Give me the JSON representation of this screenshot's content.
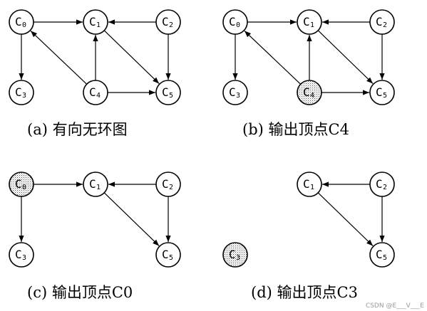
{
  "panels": [
    {
      "caption": "(a) 有向无环图",
      "nodes": [
        {
          "id": "c0",
          "letter": "C",
          "sub": "0",
          "highlighted": false
        },
        {
          "id": "c1",
          "letter": "C",
          "sub": "1",
          "highlighted": false
        },
        {
          "id": "c2",
          "letter": "C",
          "sub": "2",
          "highlighted": false
        },
        {
          "id": "c3",
          "letter": "C",
          "sub": "3",
          "highlighted": false
        },
        {
          "id": "c4",
          "letter": "C",
          "sub": "4",
          "highlighted": false
        },
        {
          "id": "c5",
          "letter": "C",
          "sub": "5",
          "highlighted": false
        }
      ],
      "edges": [
        [
          "c0",
          "c1"
        ],
        [
          "c2",
          "c1"
        ],
        [
          "c0",
          "c3"
        ],
        [
          "c4",
          "c0"
        ],
        [
          "c4",
          "c1"
        ],
        [
          "c1",
          "c5"
        ],
        [
          "c2",
          "c5"
        ],
        [
          "c4",
          "c5"
        ]
      ]
    },
    {
      "caption": "(b) 输出顶点C4",
      "nodes": [
        {
          "id": "c0",
          "letter": "C",
          "sub": "0",
          "highlighted": false
        },
        {
          "id": "c1",
          "letter": "C",
          "sub": "1",
          "highlighted": false
        },
        {
          "id": "c2",
          "letter": "C",
          "sub": "2",
          "highlighted": false
        },
        {
          "id": "c3",
          "letter": "C",
          "sub": "3",
          "highlighted": false
        },
        {
          "id": "c4",
          "letter": "C",
          "sub": "4",
          "highlighted": true
        },
        {
          "id": "c5",
          "letter": "C",
          "sub": "5",
          "highlighted": false
        }
      ],
      "edges": [
        [
          "c0",
          "c1"
        ],
        [
          "c2",
          "c1"
        ],
        [
          "c0",
          "c3"
        ],
        [
          "c4",
          "c0"
        ],
        [
          "c4",
          "c1"
        ],
        [
          "c1",
          "c5"
        ],
        [
          "c2",
          "c5"
        ],
        [
          "c4",
          "c5"
        ]
      ]
    },
    {
      "caption": "(c) 输出顶点C0",
      "nodes": [
        {
          "id": "c0",
          "letter": "C",
          "sub": "0",
          "highlighted": true
        },
        {
          "id": "c1",
          "letter": "C",
          "sub": "1",
          "highlighted": false
        },
        {
          "id": "c2",
          "letter": "C",
          "sub": "2",
          "highlighted": false
        },
        {
          "id": "c3",
          "letter": "C",
          "sub": "3",
          "highlighted": false
        },
        {
          "id": "c5",
          "letter": "C",
          "sub": "5",
          "highlighted": false
        }
      ],
      "edges": [
        [
          "c0",
          "c1"
        ],
        [
          "c2",
          "c1"
        ],
        [
          "c0",
          "c3"
        ],
        [
          "c1",
          "c5"
        ],
        [
          "c2",
          "c5"
        ]
      ]
    },
    {
      "caption": "(d) 输出顶点C3",
      "nodes": [
        {
          "id": "c1",
          "letter": "C",
          "sub": "1",
          "highlighted": false
        },
        {
          "id": "c2",
          "letter": "C",
          "sub": "2",
          "highlighted": false
        },
        {
          "id": "c3",
          "letter": "C",
          "sub": "3",
          "highlighted": true
        },
        {
          "id": "c5",
          "letter": "C",
          "sub": "5",
          "highlighted": false
        }
      ],
      "edges": [
        [
          "c2",
          "c1"
        ],
        [
          "c1",
          "c5"
        ],
        [
          "c2",
          "c5"
        ]
      ]
    }
  ],
  "watermark": "CSDN @E___V___E"
}
